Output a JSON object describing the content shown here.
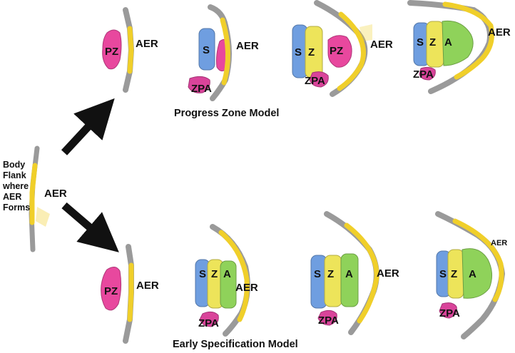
{
  "colors": {
    "pz": "#e8489e",
    "zpa": "#d9449a",
    "s": "#6f9ee0",
    "z": "#ede45a",
    "a": "#8fd25a",
    "aer": "#f0cf2a",
    "ectoderm": "#9a9a9a",
    "arrow": "#111111"
  },
  "origin": {
    "flank_label_lines": [
      "Body",
      "Flank",
      "where",
      "AER",
      "Forms"
    ],
    "aer_label": "AER"
  },
  "progress_zone_model": {
    "caption": "Progress Zone Model",
    "stages": [
      {
        "aer": "AER",
        "pz": "PZ"
      },
      {
        "aer": "AER",
        "s": "S",
        "zpa": "ZPA"
      },
      {
        "aer": "AER",
        "s": "S",
        "z": "Z",
        "pz": "PZ",
        "zpa": "ZPA"
      },
      {
        "aer": "AER",
        "s": "S",
        "z": "Z",
        "a": "A",
        "zpa": "ZPA"
      }
    ]
  },
  "early_specification_model": {
    "caption": "Early Specification Model",
    "stages": [
      {
        "aer": "AER",
        "pz": "PZ"
      },
      {
        "aer": "AER",
        "s": "S",
        "z": "Z",
        "a": "A",
        "zpa": "ZPA"
      },
      {
        "aer": "AER",
        "s": "S",
        "z": "Z",
        "a": "A",
        "zpa": "ZPA"
      },
      {
        "aer": "AER",
        "s": "S",
        "z": "Z",
        "a": "A",
        "zpa": "ZPA"
      }
    ]
  }
}
